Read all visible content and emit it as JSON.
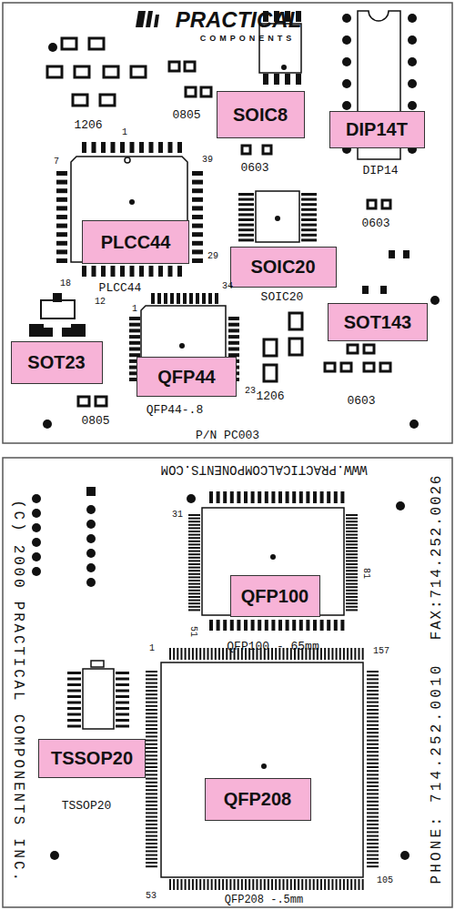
{
  "diagram": {
    "nodes": [
      {
        "text": [
          "SOIC8"
        ]
      },
      {
        "text": [
          "DIP14T"
        ]
      },
      {
        "text": [
          "PLCC44"
        ]
      },
      {
        "text": [
          "SOIC20"
        ]
      },
      {
        "text": [
          "SOT143"
        ]
      },
      {
        "text": [
          "SOT23"
        ]
      },
      {
        "text": [
          "QFP44"
        ]
      },
      {
        "text": [
          "QFP100"
        ]
      },
      {
        "text": [
          "TSSOP20"
        ]
      },
      {
        "text": [
          "QFP208"
        ]
      }
    ],
    "labels": [
      "PRACTICAL",
      "COMPONENTS",
      "1206",
      "0805",
      "0603",
      "DIP14",
      "1",
      "7",
      "39",
      "0603",
      "29",
      "18",
      "12",
      "PLCC44",
      "SOIC20",
      "34",
      "1",
      "23",
      "1206",
      "0603",
      "0805",
      "QFP44-.8",
      "P/N PC003",
      "WWW.PRACTICALCOMPONENTS.COM",
      "(C) 2000 PRACTICAL COMPONENTS INC.",
      "FAX:714.252.0026",
      "PHONE: 714.252.0010",
      "31",
      "81",
      "51",
      "QFP100 -.65mm",
      "1",
      "157",
      "53",
      "105",
      "QFP208 -.5mm",
      "TSSOP20"
    ]
  }
}
